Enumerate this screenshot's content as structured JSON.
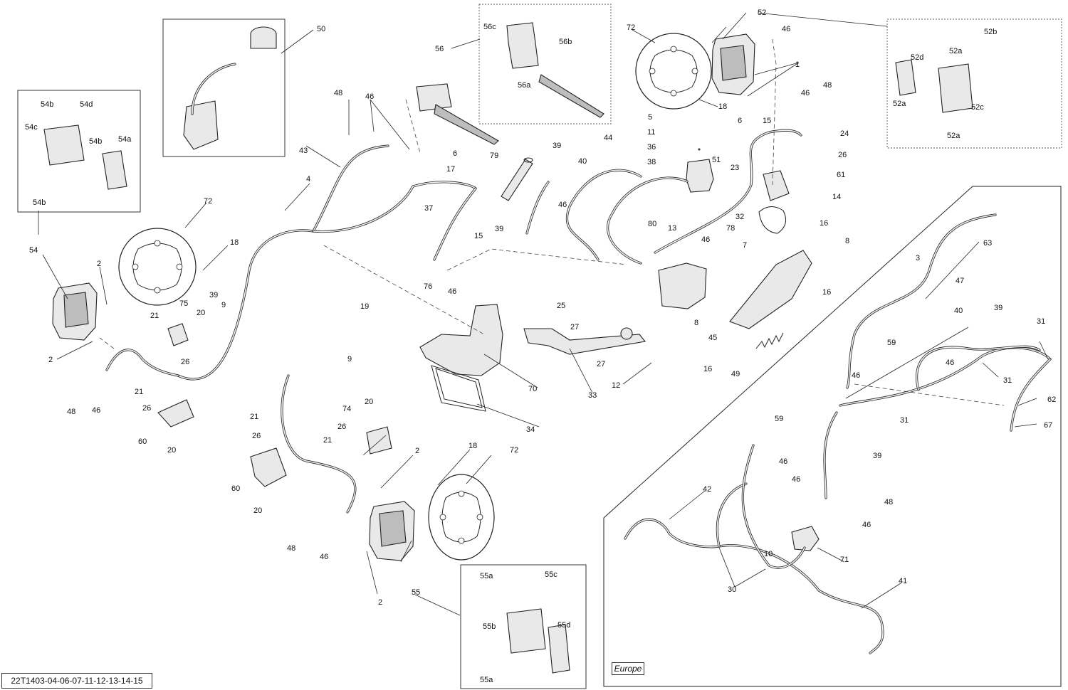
{
  "diagram_code": "22T1403-04-06-07-11-12-13-14-15",
  "region_label": "Europe",
  "callouts": {
    "c1": "1",
    "c2": "2",
    "c3": "3",
    "c4": "4",
    "c5": "5",
    "c6": "6",
    "c7": "7",
    "c8": "8",
    "c9": "9",
    "c10": "10",
    "c11": "11",
    "c12": "12",
    "c13": "13",
    "c14": "14",
    "c15": "15",
    "c16": "16",
    "c17": "17",
    "c18": "18",
    "c19": "19",
    "c20": "20",
    "c21": "21",
    "c23": "23",
    "c24": "24",
    "c25": "25",
    "c26": "26",
    "c27": "27",
    "c30": "30",
    "c31": "31",
    "c32": "32",
    "c33": "33",
    "c34": "34",
    "c36": "36",
    "c37": "37",
    "c38": "38",
    "c39": "39",
    "c40": "40",
    "c41": "41",
    "c42": "42",
    "c43": "43",
    "c44": "44",
    "c45": "45",
    "c46": "46",
    "c47": "47",
    "c48": "48",
    "c49": "49",
    "c50": "50",
    "c51": "51",
    "c52": "52",
    "c52a": "52a",
    "c52b": "52b",
    "c52c": "52c",
    "c52d": "52d",
    "c54": "54",
    "c54a": "54a",
    "c54b": "54b",
    "c54c": "54c",
    "c54d": "54d",
    "c55": "55",
    "c55a": "55a",
    "c55b": "55b",
    "c55c": "55c",
    "c55d": "55d",
    "c56": "56",
    "c56a": "56a",
    "c56b": "56b",
    "c56c": "56c",
    "c59": "59",
    "c60": "60",
    "c61": "61",
    "c62": "62",
    "c63": "63",
    "c67": "67",
    "c70": "70",
    "c71": "71",
    "c72": "72",
    "c74": "74",
    "c75": "75",
    "c76": "76",
    "c78": "78",
    "c79": "79",
    "c80": "80"
  }
}
